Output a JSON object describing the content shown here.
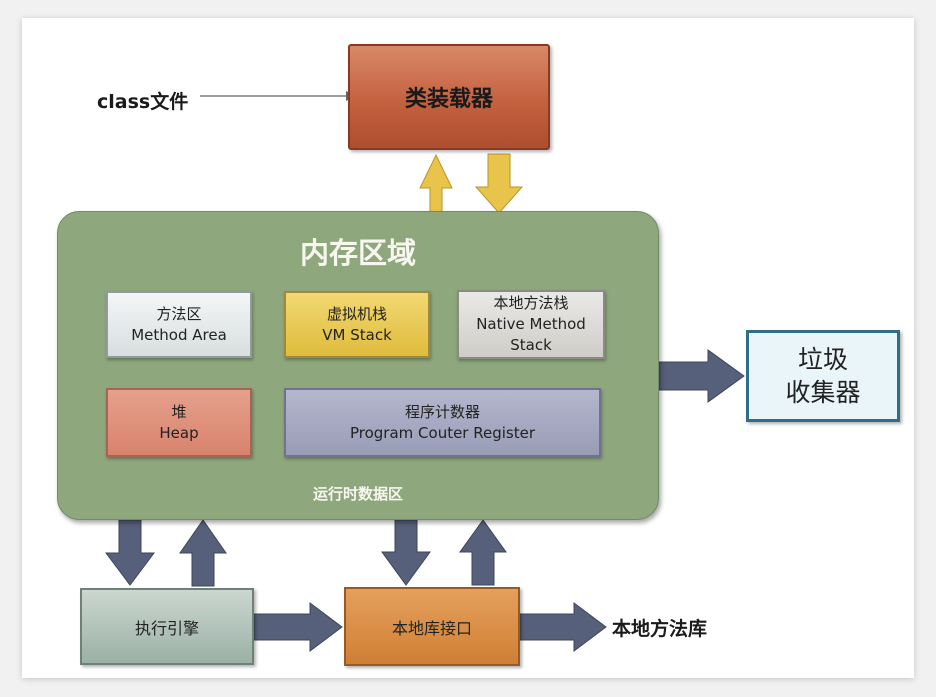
{
  "diagram": {
    "class_file": "class文件",
    "class_loader": "类装载器",
    "memory_area": {
      "title": "内存区域",
      "runtime_data_area": "运行时数据区",
      "method_area": {
        "cn": "方法区",
        "en": "Method Area"
      },
      "vm_stack": {
        "cn": "虚拟机栈",
        "en": "VM Stack"
      },
      "native_method_stack": {
        "cn": "本地方法栈",
        "en_line1": "Native Method",
        "en_line2": "Stack"
      },
      "heap": {
        "cn": "堆",
        "en": "Heap"
      },
      "program_counter": {
        "cn": "程序计数器",
        "en": "Program Couter Register"
      }
    },
    "garbage_collector": {
      "line1": "垃圾",
      "line2": "收集器"
    },
    "execution_engine": "执行引擎",
    "native_interface": "本地库接口",
    "native_library": "本地方法库"
  },
  "colors": {
    "memory_area": "#8ea77d",
    "class_loader": "#c4613f",
    "yellow_arrow": "#e8c44a",
    "slate_arrow": "#56607a",
    "gc_border": "#2f6e88"
  }
}
